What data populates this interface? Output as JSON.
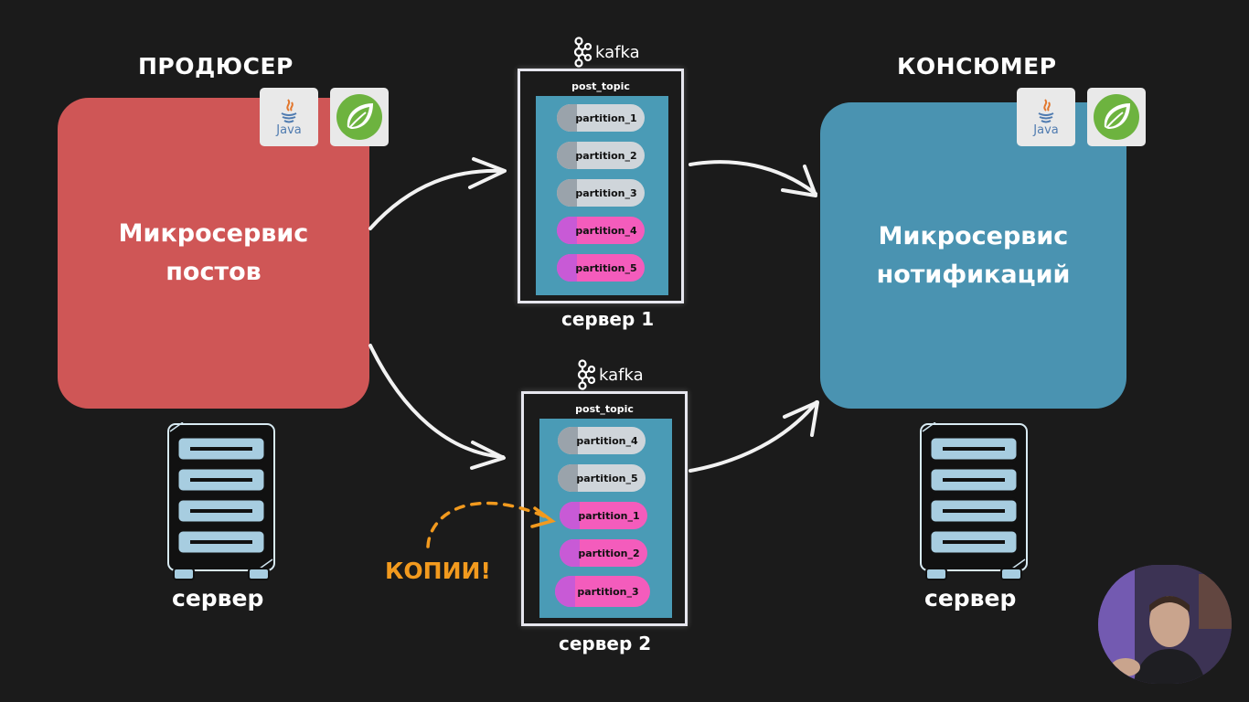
{
  "producer": {
    "role_title": "ПРОДЮСЕР",
    "service_label": "Микросервис\nпостов",
    "color": "#cf5656",
    "server_caption": "сервер"
  },
  "consumer": {
    "role_title": "КОНСЮМЕР",
    "service_label": "Микросервис\nнотификаций",
    "color": "#4a93b1",
    "server_caption": "сервер"
  },
  "badges": {
    "java_text": "Java"
  },
  "kafka_servers": [
    {
      "logo_text": "kafka",
      "topic": "post_topic",
      "caption": "сервер 1",
      "partitions": [
        {
          "label": "partition_1",
          "kind": "gray"
        },
        {
          "label": "partition_2",
          "kind": "gray"
        },
        {
          "label": "partition_3",
          "kind": "gray"
        },
        {
          "label": "partition_4",
          "kind": "pink"
        },
        {
          "label": "partition_5",
          "kind": "pink"
        }
      ]
    },
    {
      "logo_text": "kafka",
      "topic": "post_topic",
      "caption": "сервер 2",
      "partitions": [
        {
          "label": "partition_4",
          "kind": "gray"
        },
        {
          "label": "partition_5",
          "kind": "gray"
        },
        {
          "label": "partition_1",
          "kind": "pink"
        },
        {
          "label": "partition_2",
          "kind": "pink"
        },
        {
          "label": "partition_3",
          "kind": "pink"
        }
      ]
    }
  ],
  "copies_label": "КОПИИ!",
  "colors": {
    "background": "#1b1b1b",
    "topic_box": "#4a9bb6",
    "partition_gray": "#cfd5da",
    "partition_pink": "#f45cbc",
    "copies_accent": "#f29a1e"
  }
}
